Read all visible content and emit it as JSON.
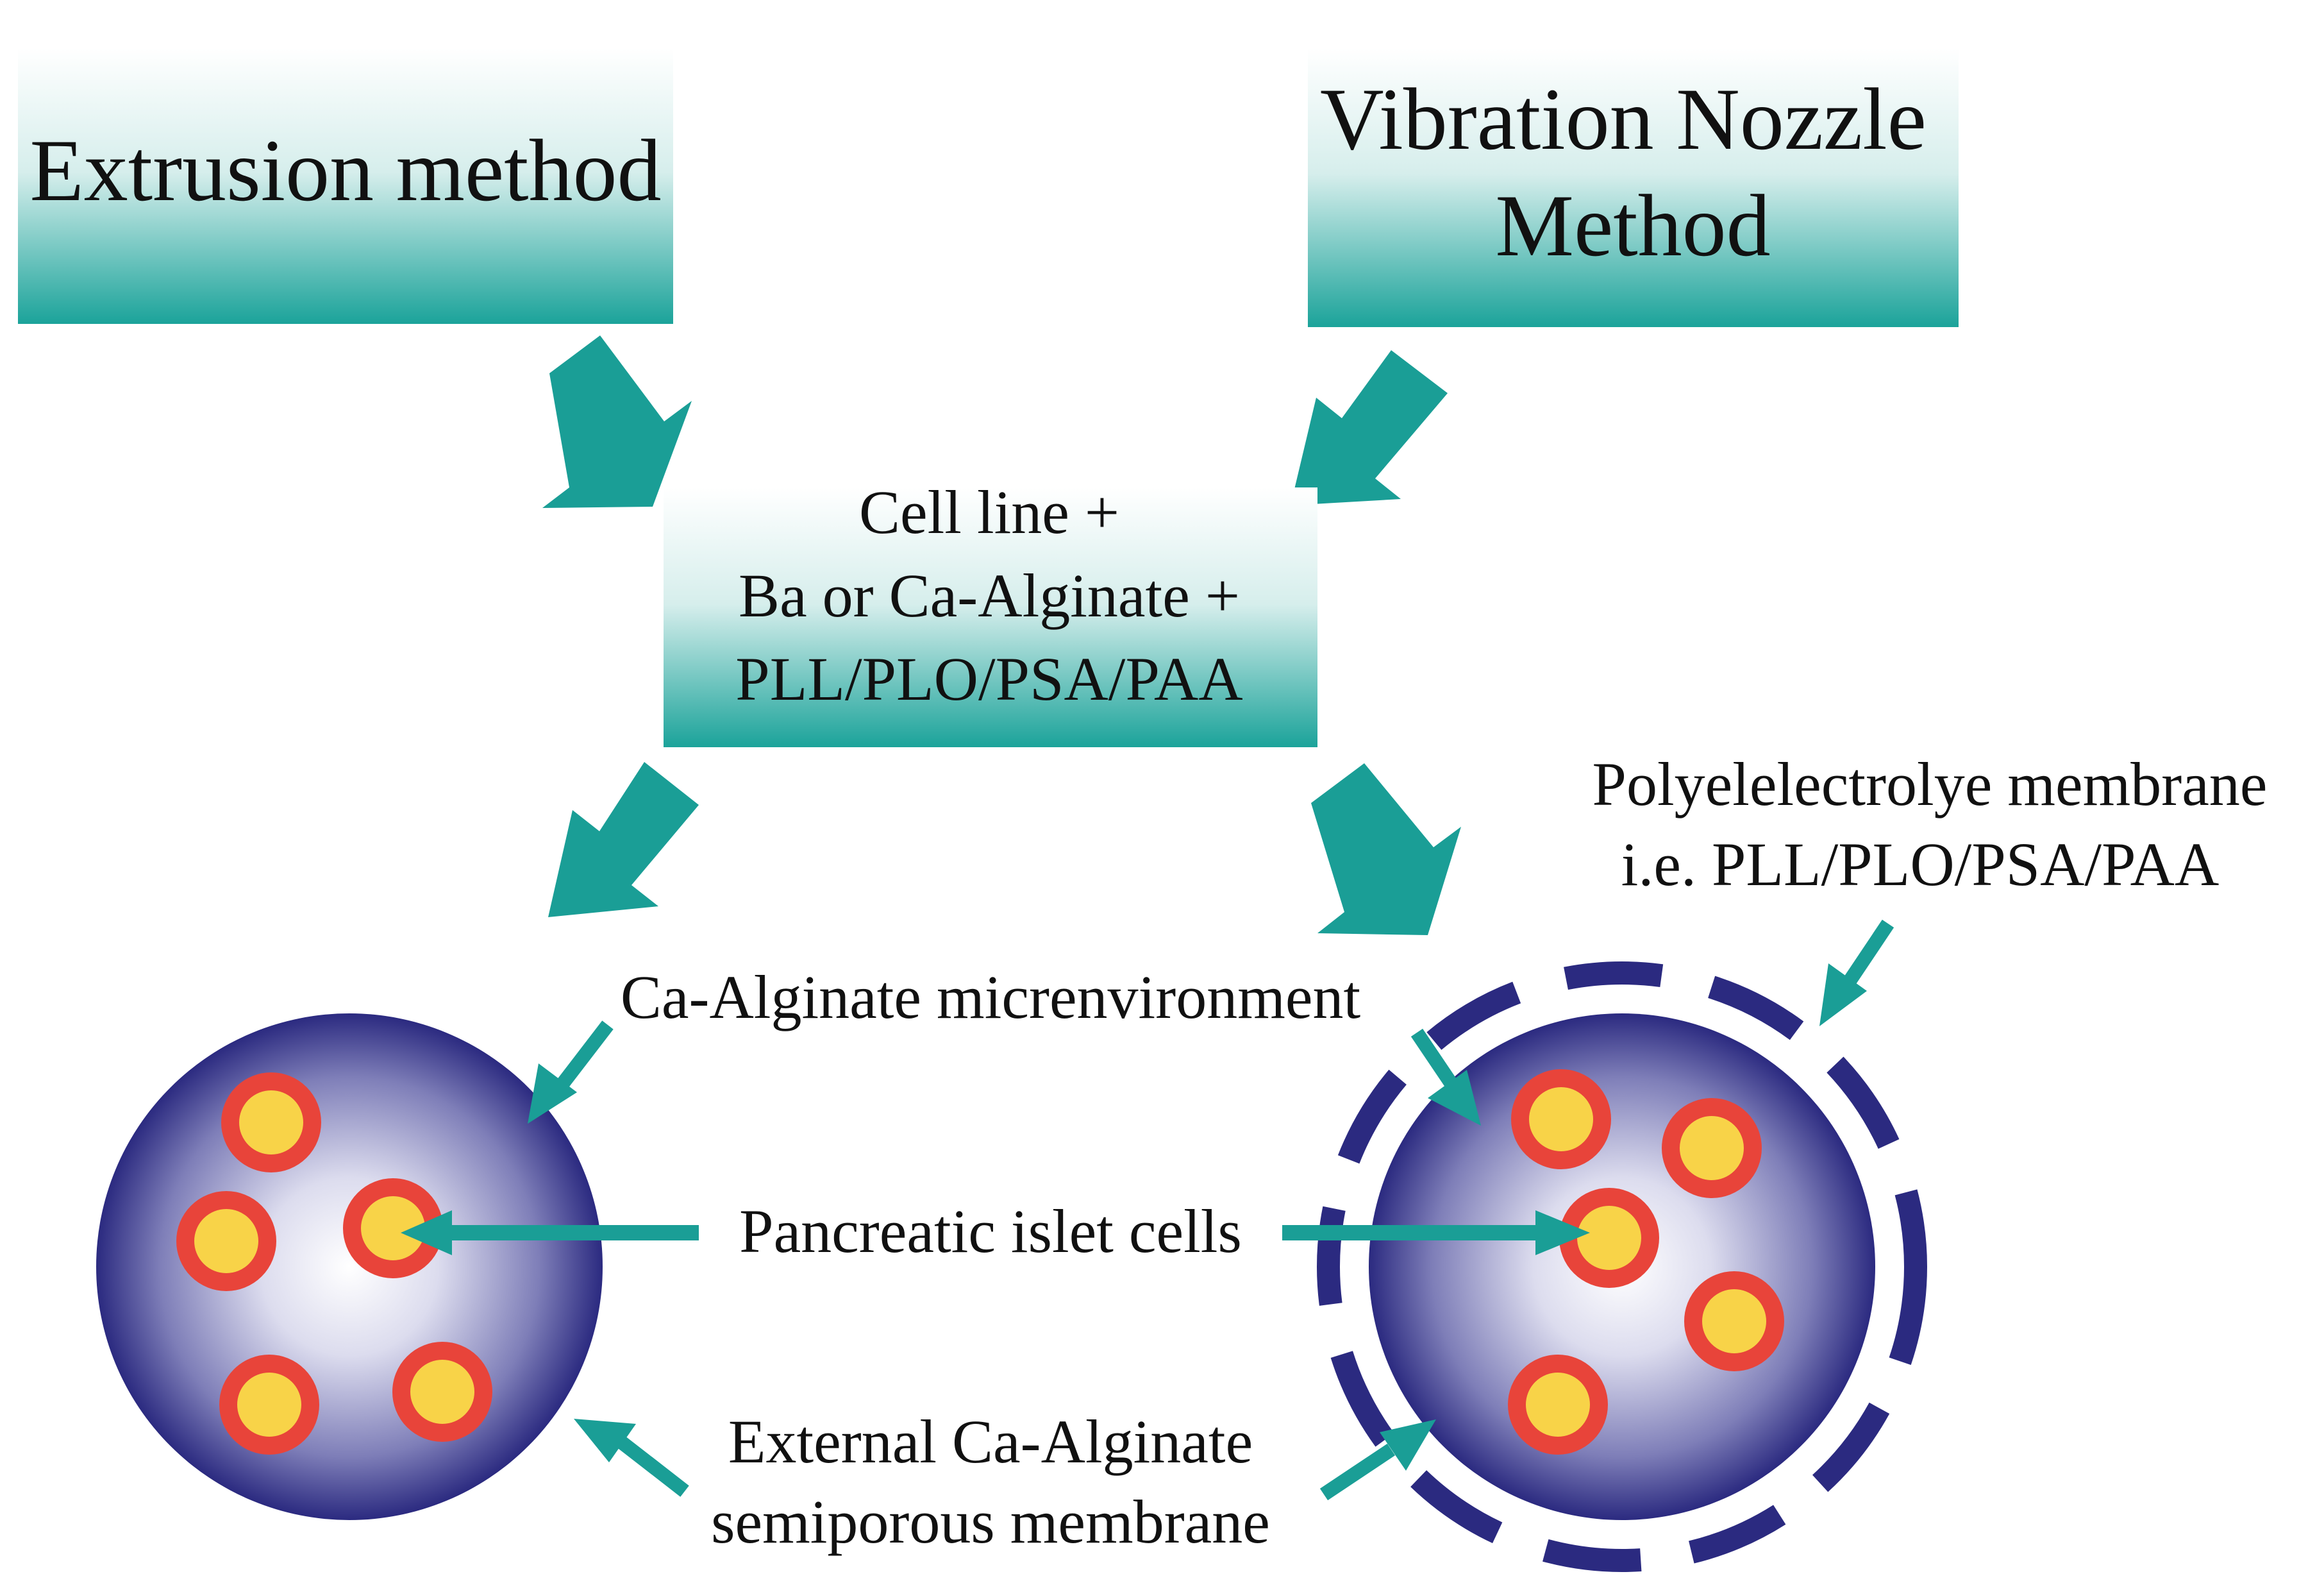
{
  "boxes": {
    "extrusion": "Extrusion method",
    "vibration_line1": "Vibration Nozzle",
    "vibration_line2": "Method",
    "center_line1": "Cell line +",
    "center_line2": "Ba or Ca-Alginate +",
    "center_line3": "PLL/PLO/PSA/PAA"
  },
  "annotations": {
    "poly_line1": "Polyelelectrolye membrane",
    "poly_line2": "i.e. PLL/PLO/PSA/PAA",
    "micro": "Ca-Alginate micrenvironment",
    "islet": "Pancreatic islet cells",
    "external_line1": "External Ca-Alginate",
    "external_line2": "semiporous membrane"
  },
  "colors": {
    "teal": "#1a9e96",
    "box_top": "#ffffff",
    "box_bottom": "#1ba39a",
    "sphere_center": "#ffffff",
    "sphere_edge": "#2b2a80",
    "cell_ring": "#e8443a",
    "cell_core": "#f8d348",
    "membrane": "#2b2a80"
  }
}
